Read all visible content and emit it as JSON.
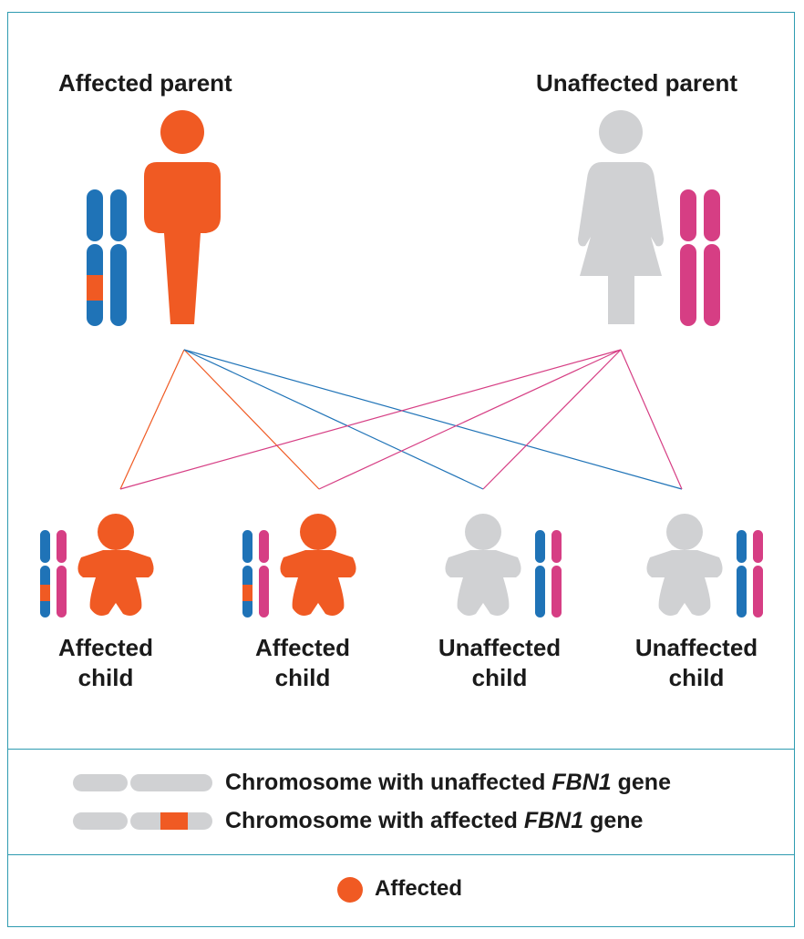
{
  "colors": {
    "affected": "#f05a23",
    "unaffected": "#d0d1d3",
    "chromosome_parent1": "#1f73b7",
    "chromosome_parent2": "#d63e84",
    "frame": "#2e9bb0"
  },
  "parents": [
    {
      "label": "Affected parent",
      "status": "affected",
      "figure": "man-icon"
    },
    {
      "label": "Unaffected parent",
      "status": "unaffected",
      "figure": "woman-icon"
    }
  ],
  "children": [
    {
      "line1": "Affected",
      "line2": "child",
      "status": "affected"
    },
    {
      "line1": "Affected",
      "line2": "child",
      "status": "affected"
    },
    {
      "line1": "Unaffected",
      "line2": "child",
      "status": "unaffected"
    },
    {
      "line1": "Unaffected",
      "line2": "child",
      "status": "unaffected"
    }
  ],
  "legend": {
    "unaffected_gene": {
      "prefix": "Chromosome with unaffected ",
      "gene": "FBN1",
      "suffix": " gene"
    },
    "affected_gene": {
      "prefix": "Chromosome with affected ",
      "gene": "FBN1",
      "suffix": " gene"
    },
    "affected_marker": "Affected"
  }
}
